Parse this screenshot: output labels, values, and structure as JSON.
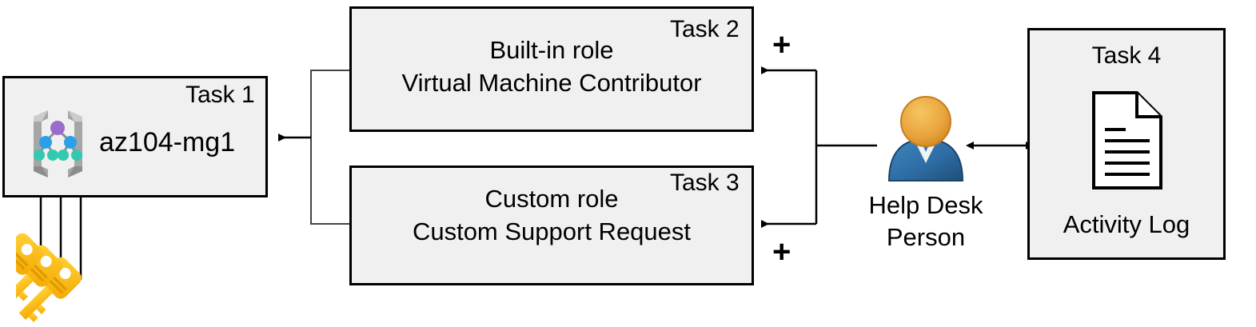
{
  "diagram": {
    "title": "Azure RBAC task diagram",
    "colors": {
      "box_fill": "#f0f0f0",
      "box_stroke": "#000000",
      "line": "#000000",
      "key_yellow": "#fdc010",
      "key_yellow_dark": "#f5a623",
      "mg_bracket_gray": "#a6a6a6",
      "mg_node_purple": "#9b6ccc",
      "mg_node_blue": "#2ba0e8",
      "mg_node_teal": "#33c9b0",
      "person_head": "#e8a33d",
      "person_body": "#2e6da4"
    },
    "nodes": [
      {
        "id": "task1",
        "task_label": "Task 1",
        "name_label": "az104-mg1",
        "icon": "management-group-icon"
      },
      {
        "id": "task2",
        "task_label": "Task 2",
        "line1": "Built-in role",
        "line2": "Virtual Machine Contributor"
      },
      {
        "id": "task3",
        "task_label": "Task 3",
        "line1": "Custom role",
        "line2": "Custom Support Request"
      },
      {
        "id": "task4",
        "task_label": "Task 4",
        "name_label": "Activity Log",
        "icon": "document-icon"
      }
    ],
    "actor": {
      "label_line1": "Help Desk",
      "label_line2": "Person",
      "icon": "person-icon"
    },
    "keys": {
      "icon": "keys-icon",
      "count": 3
    },
    "operators": [
      {
        "id": "plus-top",
        "symbol": "+"
      },
      {
        "id": "plus-bottom",
        "symbol": "+"
      }
    ]
  }
}
